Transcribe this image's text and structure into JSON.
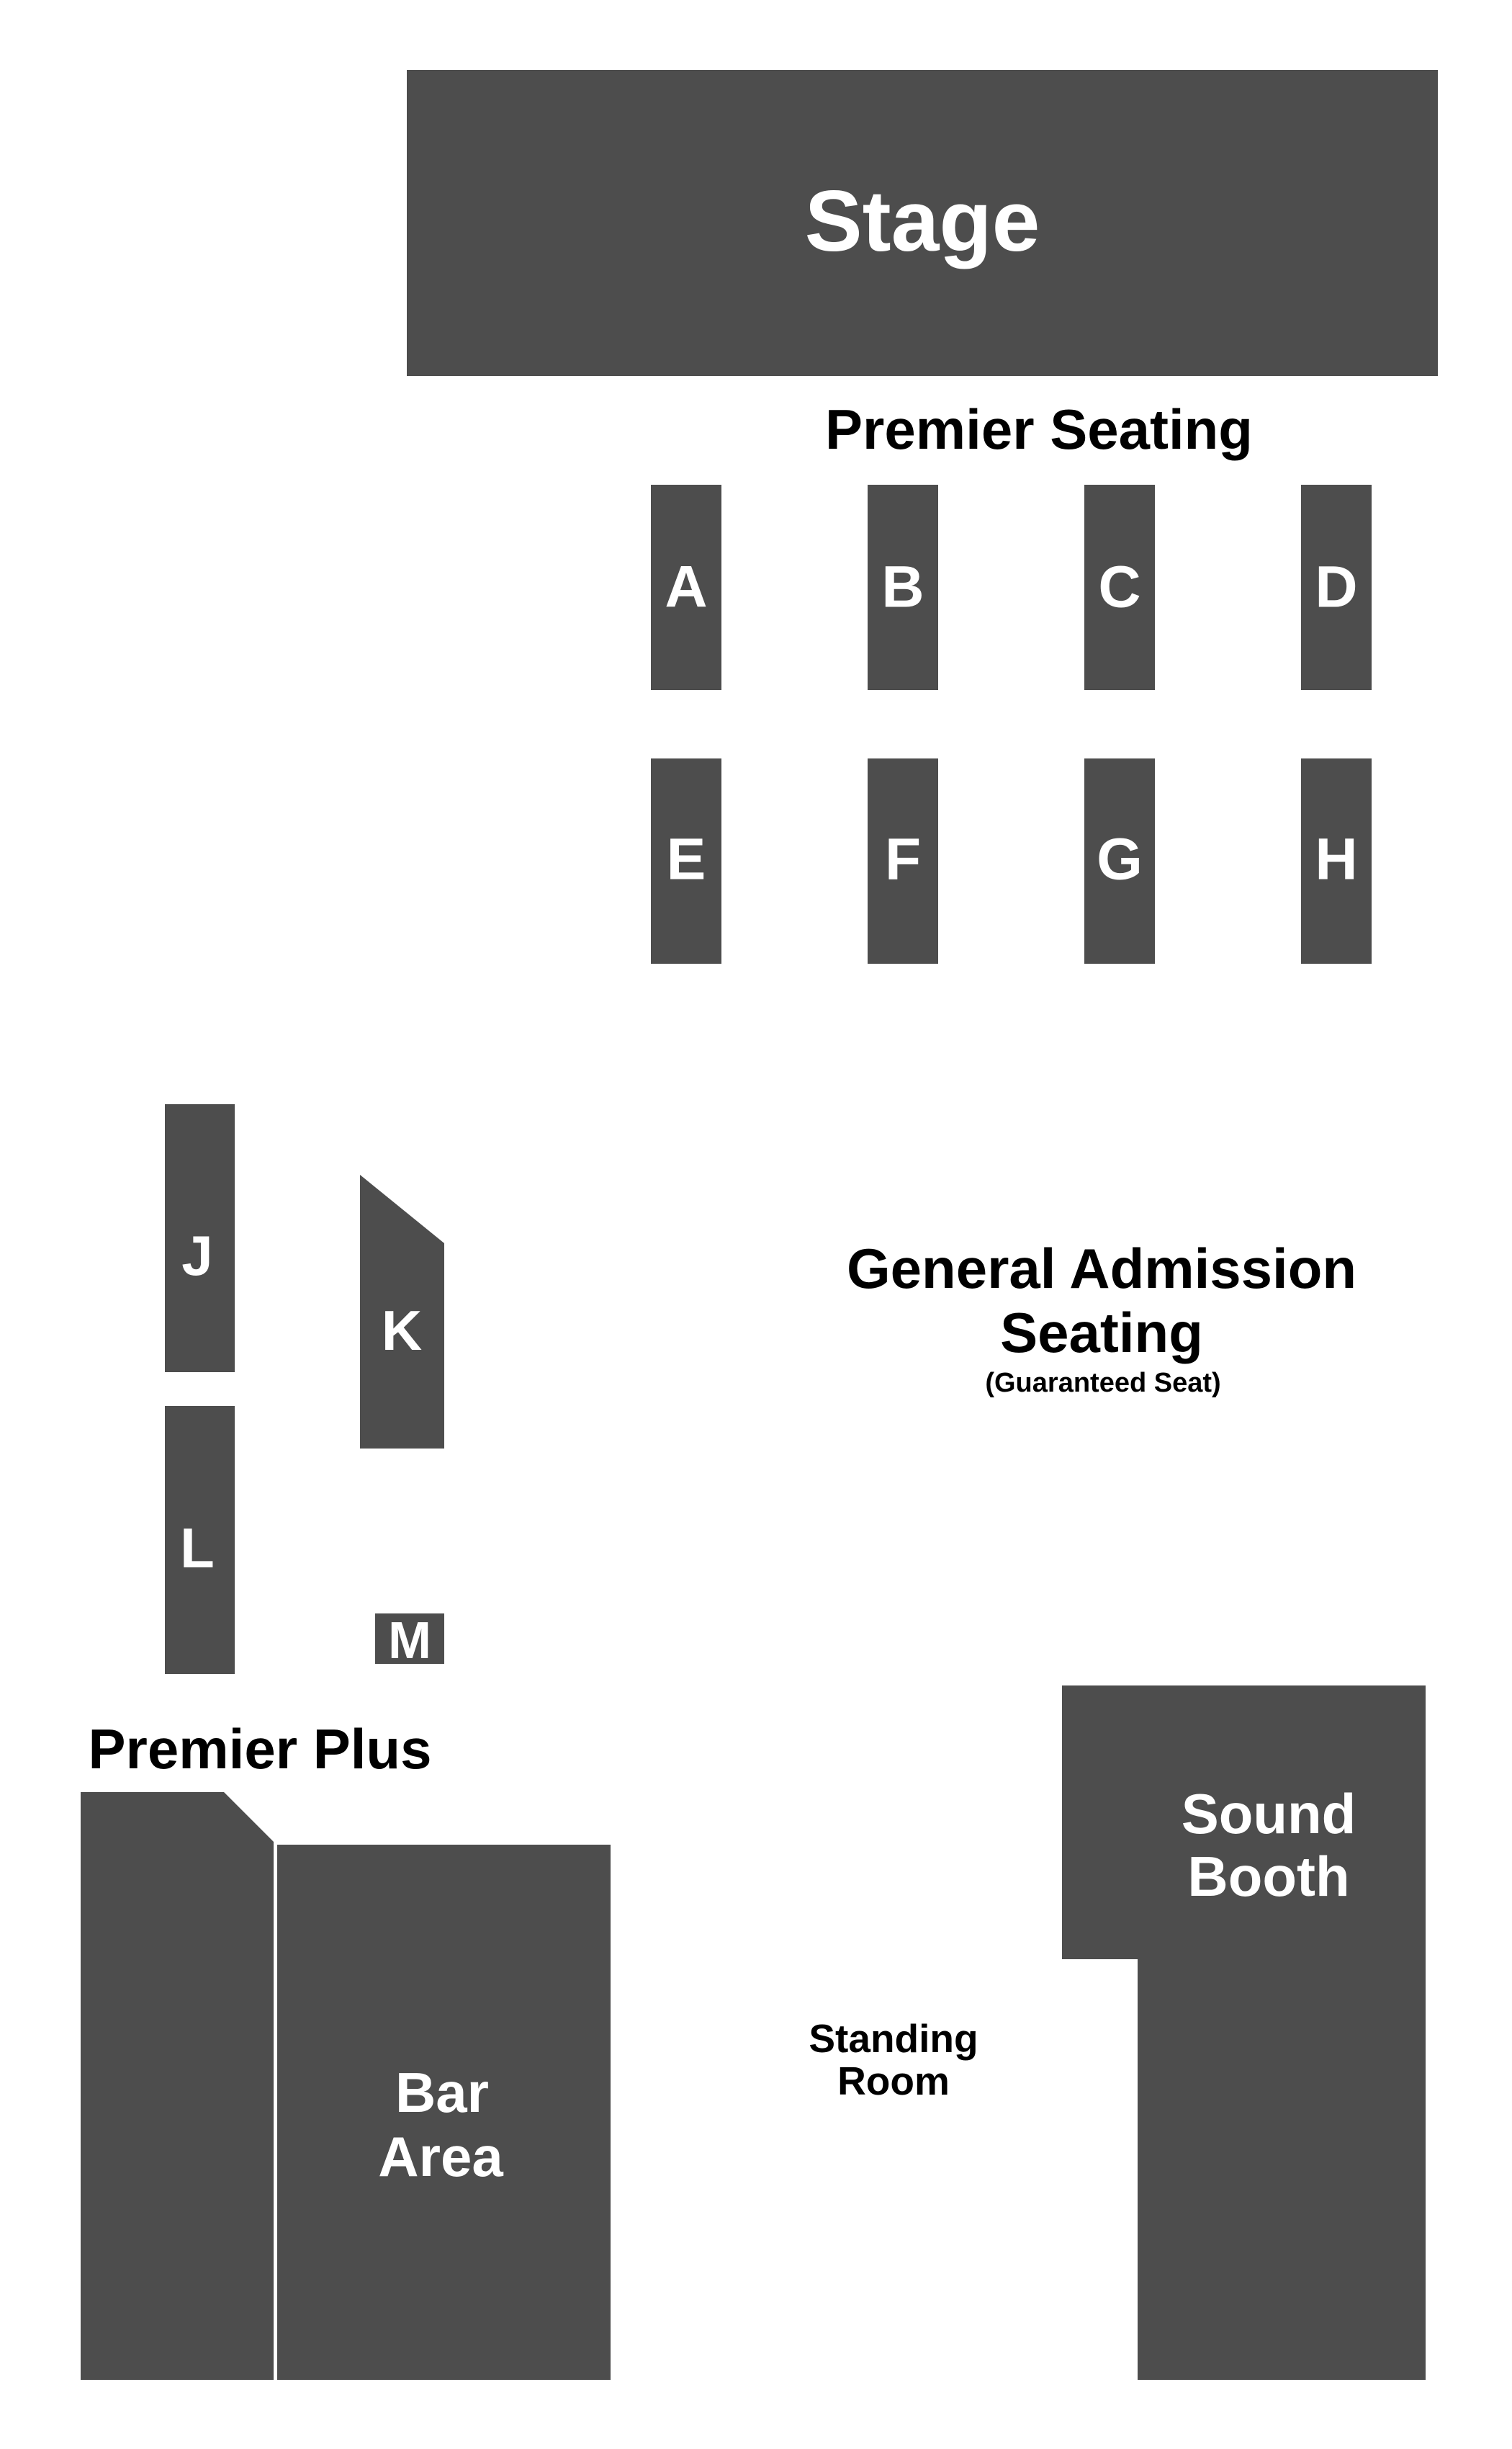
{
  "colors": {
    "block": "#4d4d4d",
    "block_text": "#ffffff",
    "heading_text": "#000000",
    "background": "#ffffff"
  },
  "stage": {
    "label": "Stage"
  },
  "premier_seating": {
    "heading": "Premier Seating",
    "sections": [
      "A",
      "B",
      "C",
      "D",
      "E",
      "F",
      "G",
      "H"
    ]
  },
  "side_sections": {
    "j": "J",
    "k": "K",
    "l": "L",
    "m": "M"
  },
  "general_admission": {
    "line1": "General Admission",
    "line2": "Seating",
    "note": "(Guaranteed Seat)"
  },
  "premier_plus": {
    "heading": "Premier Plus"
  },
  "bar_area": {
    "line1": "Bar",
    "line2": "Area"
  },
  "standing_room": {
    "line1": "Standing",
    "line2": "Room"
  },
  "sound_booth": {
    "line1": "Sound",
    "line2": "Booth"
  }
}
